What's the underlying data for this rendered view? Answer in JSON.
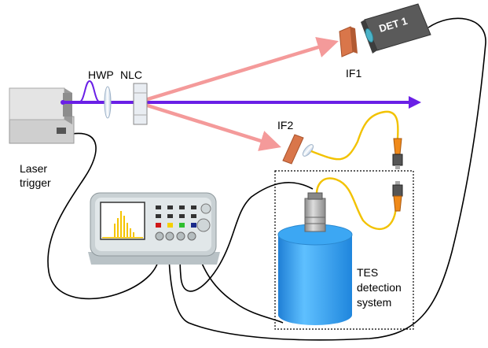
{
  "labels": {
    "hwp": "HWP",
    "nlc": "NLC",
    "if1": "IF1",
    "if2": "IF2",
    "det1": "DET 1",
    "laser_trigger_line1": "Laser",
    "laser_trigger_line2": "trigger",
    "tes_line1": "TES",
    "tes_line2": "detection",
    "tes_line3": "system"
  },
  "colors": {
    "pump_beam": "#6a1fe6",
    "converted_beam": "#f49a9a",
    "fiber": "#f2c200",
    "cable": "#000000",
    "tes_cryostat": "#3aa6f0",
    "filter": "#d9764a",
    "detector_body": "#555555",
    "scope_screen_bg": "#ffffff",
    "scope_trace": "#f5c400"
  },
  "icons": {
    "laser": "laser-source-icon",
    "half_wave_plate": "waveplate-icon",
    "crystal": "nonlinear-crystal-icon",
    "filter": "interference-filter-icon",
    "detector": "photodetector-icon",
    "oscilloscope": "oscilloscope-icon",
    "cryostat": "cryostat-icon",
    "fiber_connector": "fiber-connector-icon"
  }
}
